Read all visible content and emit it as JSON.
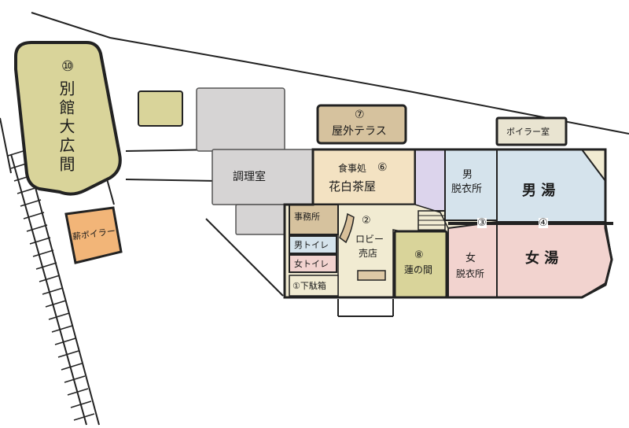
{
  "colors": {
    "olive": "#d9d49a",
    "gray": "#d6d4d4",
    "brown": "#d6c29e",
    "tan": "#f3e2c2",
    "blue": "#d5e3ec",
    "pink": "#f2d3cf",
    "purple": "#dcd4ec",
    "orange": "#f2b578",
    "lobby": "#f1ebd2",
    "lobbyStep": "#dec9a6",
    "wood": "#d9c09a",
    "line": "#222222"
  },
  "rooms": {
    "annex": {
      "number": "⑩",
      "name": "別館大広間"
    },
    "terrace": {
      "number": "⑦",
      "name": "屋外テラス"
    },
    "boiler": "ボイラー室",
    "kitchen": "調理室",
    "dining": {
      "prefix": "食事処",
      "number": "⑥",
      "name": "花白茶屋"
    },
    "men_dressing": {
      "line1": "男",
      "line2": "脱衣所"
    },
    "men_bath": "男 湯",
    "firewood_boiler": "薪ボイラー",
    "office": "事務所",
    "lobby": {
      "number": "②",
      "line1": "ロビー",
      "line2": "売店"
    },
    "men_toilet": "男トイレ",
    "women_toilet": "女トイレ",
    "shoe_box": "①下駄箱",
    "hasu": {
      "number": "⑧",
      "name": "蓮の間"
    },
    "women_dressing": {
      "line1": "女",
      "line2": "脱衣所"
    },
    "women_bath": "女 湯",
    "marker3": "③",
    "marker4": "④"
  }
}
